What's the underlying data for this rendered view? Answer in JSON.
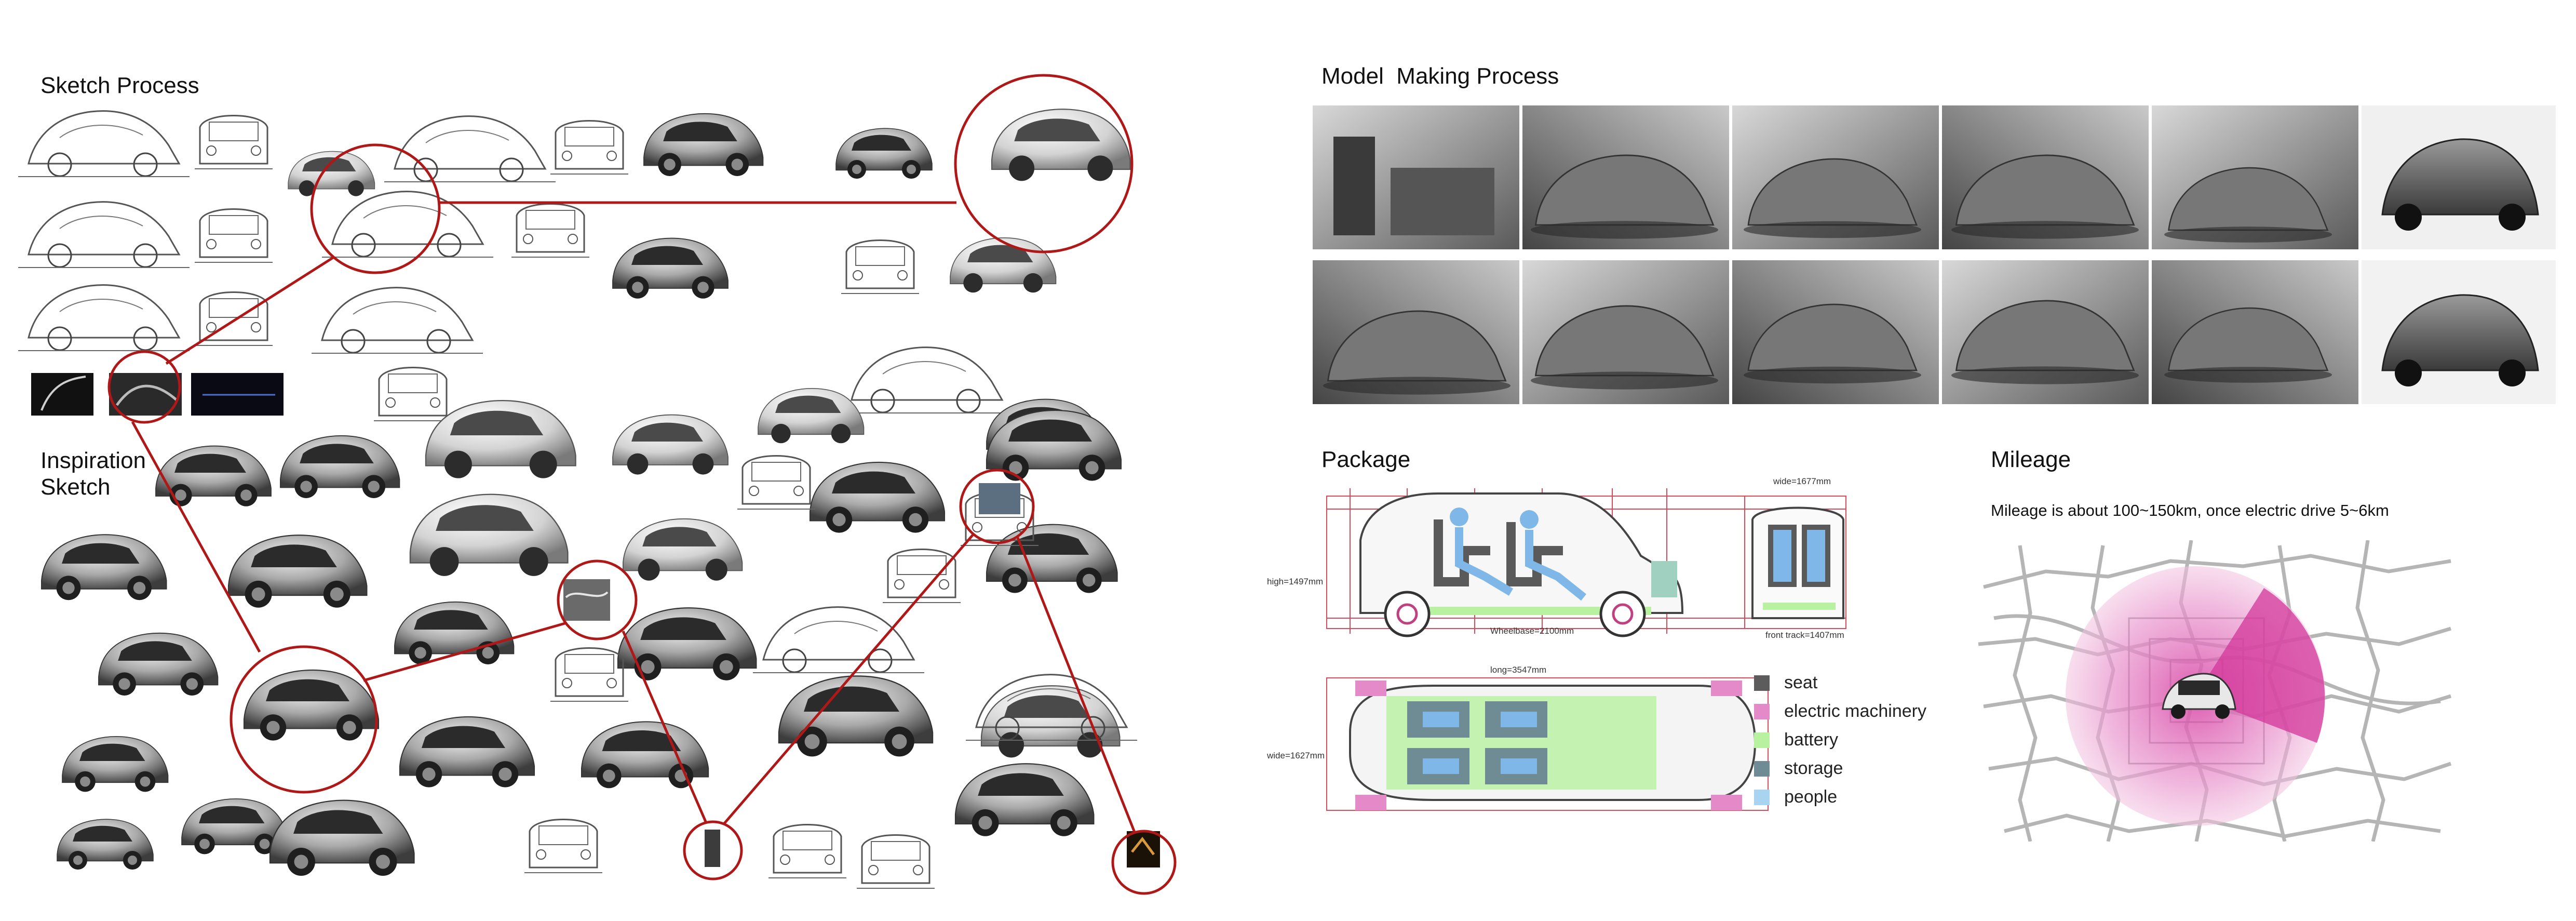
{
  "sections": {
    "sketch_process": "Sketch Process",
    "inspiration_sketch": "Inspiration\nSketch",
    "model_making": "Model  Making Process",
    "package": "Package",
    "mileage": "Mileage"
  },
  "mileage_note": "Mileage is about 100~150km, once electric drive 5~6km",
  "package_dims": {
    "high": "high=1497mm",
    "wheelbase": "Wheelbase=2100mm",
    "wide_top": "wide=1677mm",
    "front_track": "front track=1407mm",
    "long": "long=3547mm",
    "wide_side": "wide=1627mm"
  },
  "legend": [
    {
      "label": "seat",
      "color": "#5c5c5c"
    },
    {
      "label": "electric machinery",
      "color": "#e58ac8"
    },
    {
      "label": "battery",
      "color": "#b8f2a0"
    },
    {
      "label": "storage",
      "color": "#6f8c94"
    },
    {
      "label": "people",
      "color": "#a8d4f2"
    }
  ],
  "colors": {
    "callout": "#b01818",
    "package_frame": "#d94a5a",
    "mileage_zone": "#e860b8"
  }
}
